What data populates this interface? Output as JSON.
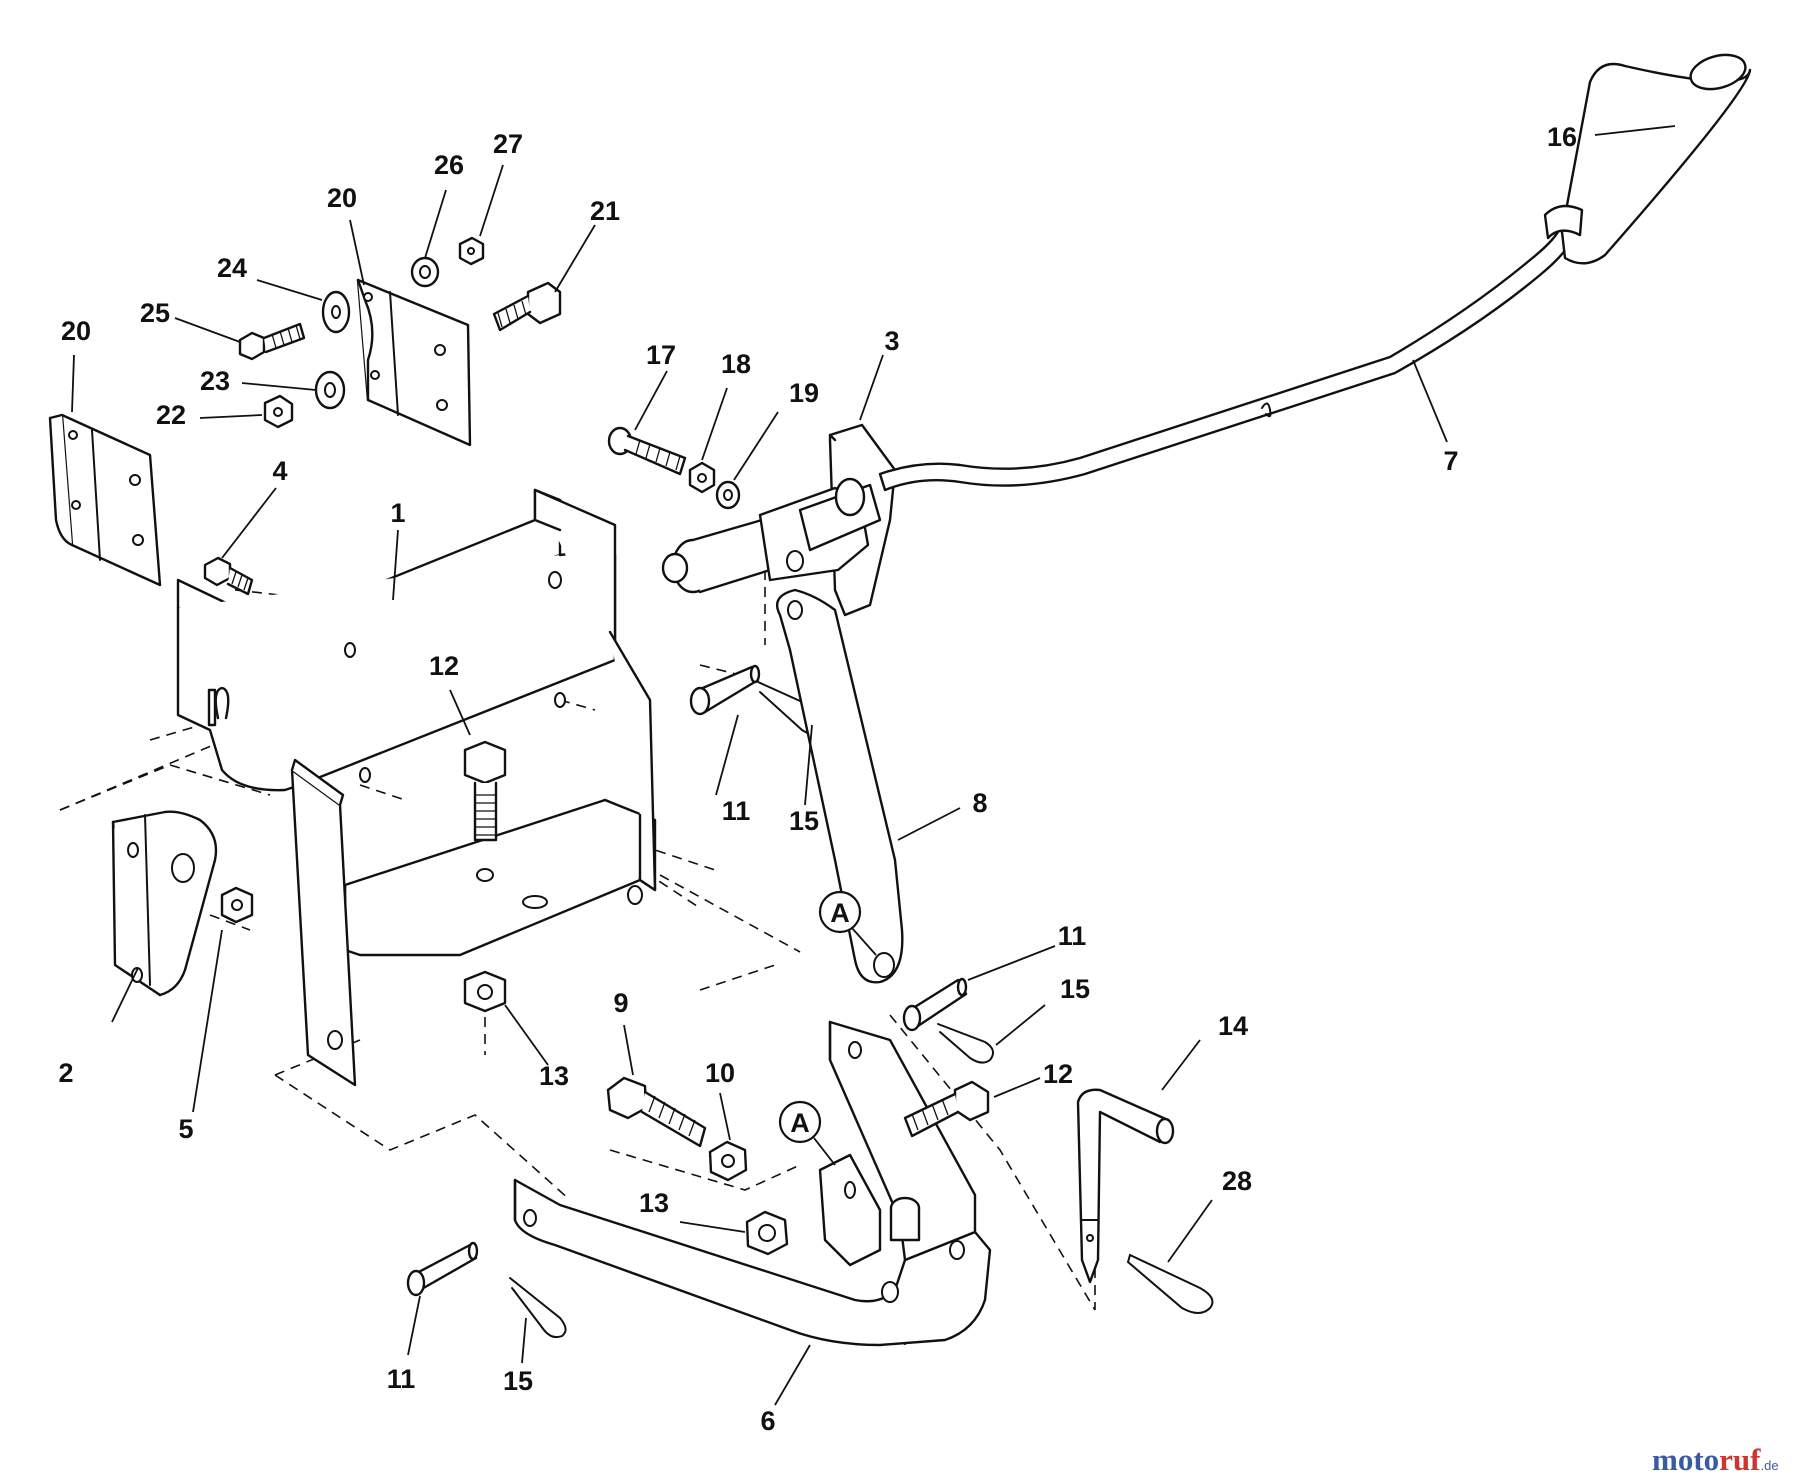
{
  "callouts": [
    "1",
    "2",
    "3",
    "4",
    "5",
    "6",
    "7",
    "8",
    "9",
    "10",
    "11",
    "12",
    "13",
    "14",
    "15",
    "16",
    "17",
    "18",
    "19",
    "20",
    "21",
    "22",
    "23",
    "24",
    "25",
    "26",
    "27",
    "28"
  ],
  "reference_marker": "A",
  "watermark": {
    "part1": "moto",
    "part2": "ruf",
    "suffix": ".de",
    "color_part1": "#3a5aa8",
    "color_part2": "#d0342c"
  },
  "colors": {
    "line": "#111111",
    "background": "#ffffff"
  }
}
